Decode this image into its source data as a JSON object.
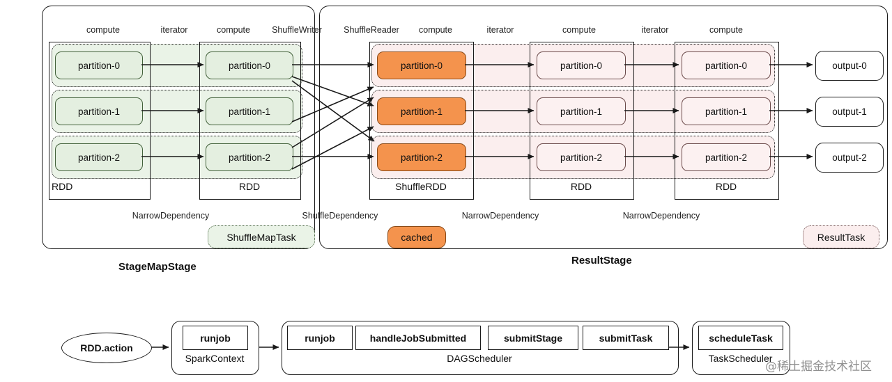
{
  "diagram": {
    "title": "Spark RDD stage execution diagram",
    "colors": {
      "green_fill": "#e4efe0",
      "green_band": "#eaf3e7",
      "green_border": "#42613a",
      "orange_fill": "#f4934d",
      "orange_border": "#8a4a17",
      "pink_fill": "#fcf1f1",
      "pink_band": "#fbeeee",
      "pink_border": "#6b4a4a",
      "line": "#1a1a1a"
    }
  },
  "stages": [
    {
      "caption": "StageMapStage"
    },
    {
      "caption": "ResultStage"
    }
  ],
  "column_labels": [
    {
      "text": "compute"
    },
    {
      "text": "iterator"
    },
    {
      "text": "compute"
    },
    {
      "text": "ShuffleWriter"
    },
    {
      "text": "ShuffleReader"
    },
    {
      "text": "compute"
    },
    {
      "text": "iterator"
    },
    {
      "text": "compute"
    },
    {
      "text": "iterator"
    },
    {
      "text": "compute"
    }
  ],
  "rdds": [
    {
      "name": "RDD",
      "partitions": [
        "partition-0",
        "partition-1",
        "partition-2"
      ],
      "style": "green"
    },
    {
      "name": "RDD",
      "partitions": [
        "partition-0",
        "partition-1",
        "partition-2"
      ],
      "style": "green"
    },
    {
      "name": "ShuffleRDD",
      "partitions": [
        "partition-0",
        "partition-1",
        "partition-2"
      ],
      "style": "orange"
    },
    {
      "name": "RDD",
      "partitions": [
        "partition-0",
        "partition-1",
        "partition-2"
      ],
      "style": "pink"
    },
    {
      "name": "RDD",
      "partitions": [
        "partition-0",
        "partition-1",
        "partition-2"
      ],
      "style": "pink"
    }
  ],
  "outputs": [
    "output-0",
    "output-1",
    "output-2"
  ],
  "dependency_labels": [
    {
      "text": "NarrowDependency"
    },
    {
      "text": "ShuffleDependency"
    },
    {
      "text": "NarrowDependency"
    },
    {
      "text": "NarrowDependency"
    }
  ],
  "badges": {
    "shuffle_map_task": "ShuffleMapTask",
    "cached": "cached",
    "result_task": "ResultTask"
  },
  "flow": {
    "action": "RDD.action",
    "spark_context": {
      "label": "SparkContext",
      "methods": [
        "runjob"
      ]
    },
    "dag_scheduler": {
      "label": "DAGScheduler",
      "methods": [
        "runjob",
        "handleJobSubmitted",
        "submitStage",
        "submitTask"
      ]
    },
    "task_scheduler": {
      "label": "TaskScheduler",
      "methods": [
        "scheduleTask"
      ]
    }
  },
  "watermark": "@稀土掘金技术社区"
}
